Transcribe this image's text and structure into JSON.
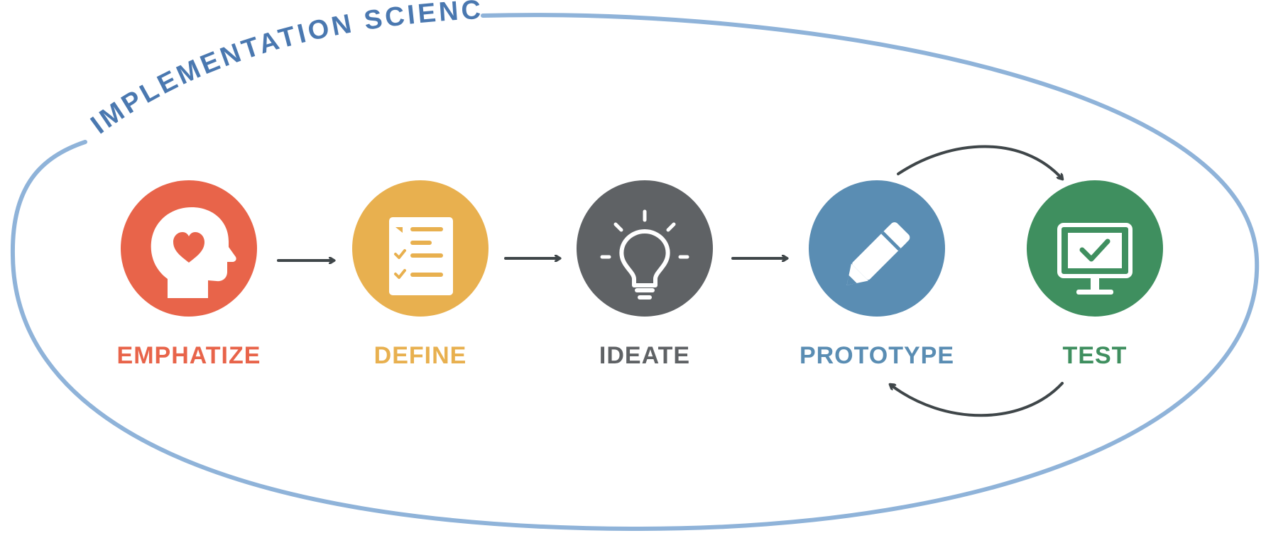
{
  "frame": {
    "title": "IMPLEMENTATION SCIENCE",
    "color": "#8fb3d9",
    "title_color": "#4a78b0"
  },
  "stages": [
    {
      "id": "emphatize",
      "label": "EMPHATIZE",
      "color": "#e8644a",
      "icon": "head-heart-icon"
    },
    {
      "id": "define",
      "label": "DEFINE",
      "color": "#e8b04f",
      "icon": "checklist-icon"
    },
    {
      "id": "ideate",
      "label": "IDEATE",
      "color": "#5f6265",
      "icon": "lightbulb-icon"
    },
    {
      "id": "prototype",
      "label": "PROTOTYPE",
      "color": "#5a8db3",
      "icon": "pencil-icon"
    },
    {
      "id": "test",
      "label": "TEST",
      "color": "#3f8f5f",
      "icon": "monitor-check-icon"
    }
  ],
  "arrow_color": "#3f4649"
}
